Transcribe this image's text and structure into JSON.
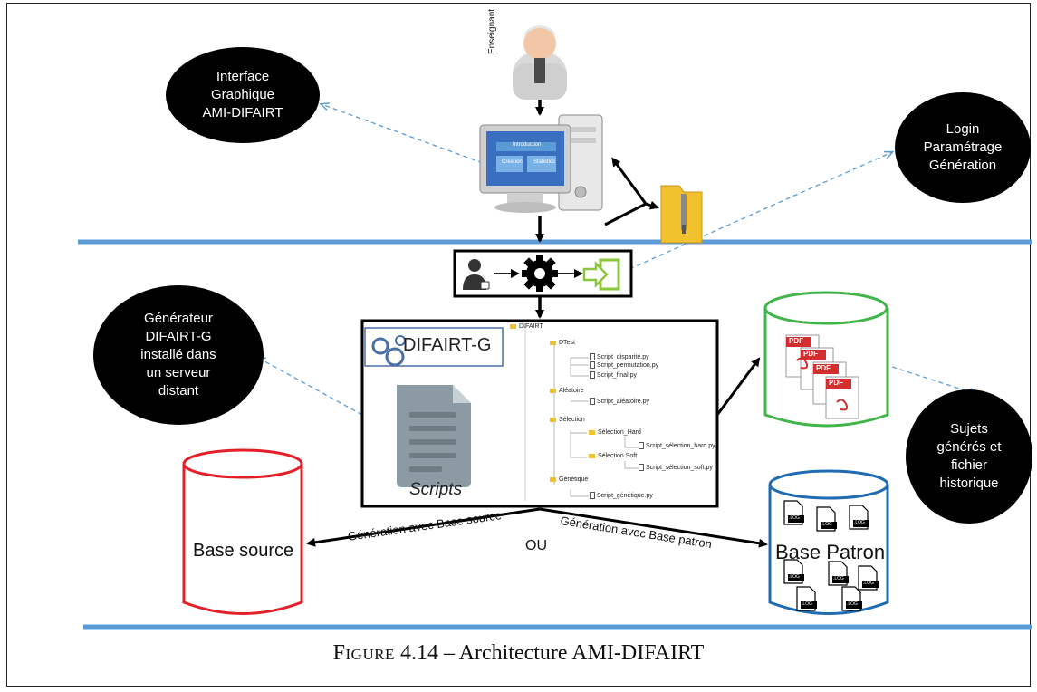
{
  "bubbles": {
    "interface": "Interface\nGraphique\nAMI-DIFAIRT",
    "login": "Login\nParamétrage\nGénération",
    "generateur": "Générateur\nDIFAIRT-G\ninstallé dans\nun serveur\ndistant",
    "sujets": "Sujets\ngénérés et\nfichier\nhistorique"
  },
  "teacher_label": "Enseignant",
  "screen": {
    "top": "Introduction",
    "left": "Creation",
    "right": "Statistics"
  },
  "difairt_title": "DIFAIRT-G",
  "scripts_label": "Scripts",
  "tree": {
    "root": "DIFAIRT",
    "dtest": "DTest",
    "s_disparite": "Script_disparité.py",
    "s_permutation": "Script_permutation.py",
    "s_final": "Script_final.py",
    "aleatoire": "Aléatoire",
    "s_aleatoire": "Script_aléatoire.py",
    "selection": "Sélection",
    "sel_hard": "Sélection_Hard",
    "s_sel_hard": "Script_sélection_hard.py",
    "sel_soft": "Sélection Soft",
    "s_sel_soft": "Script_sélection_soft.py",
    "genetique": "Génétique",
    "s_genetique": "Script_génétique.py"
  },
  "pdf_label": "PDF",
  "log_label": ".LOG",
  "base_source": "Base source",
  "base_patron": "Base Patron",
  "gen_source": "Génération avec Base source",
  "gen_patron": "Génération avec Base patron",
  "ou": "OU",
  "caption": {
    "figure": "Figure",
    "rest": " 4.14 – Architecture AMI-DIFAIRT"
  },
  "colors": {
    "line_blue": "#5b9bd5",
    "dashed_blue": "#5b9bd5",
    "red_cylinder": "#e3202a",
    "green_cylinder": "#3fb54a",
    "blue_cylinder": "#1f6cb5",
    "pdf_red": "#d32f2f",
    "gear_green": "#8cc63f"
  }
}
